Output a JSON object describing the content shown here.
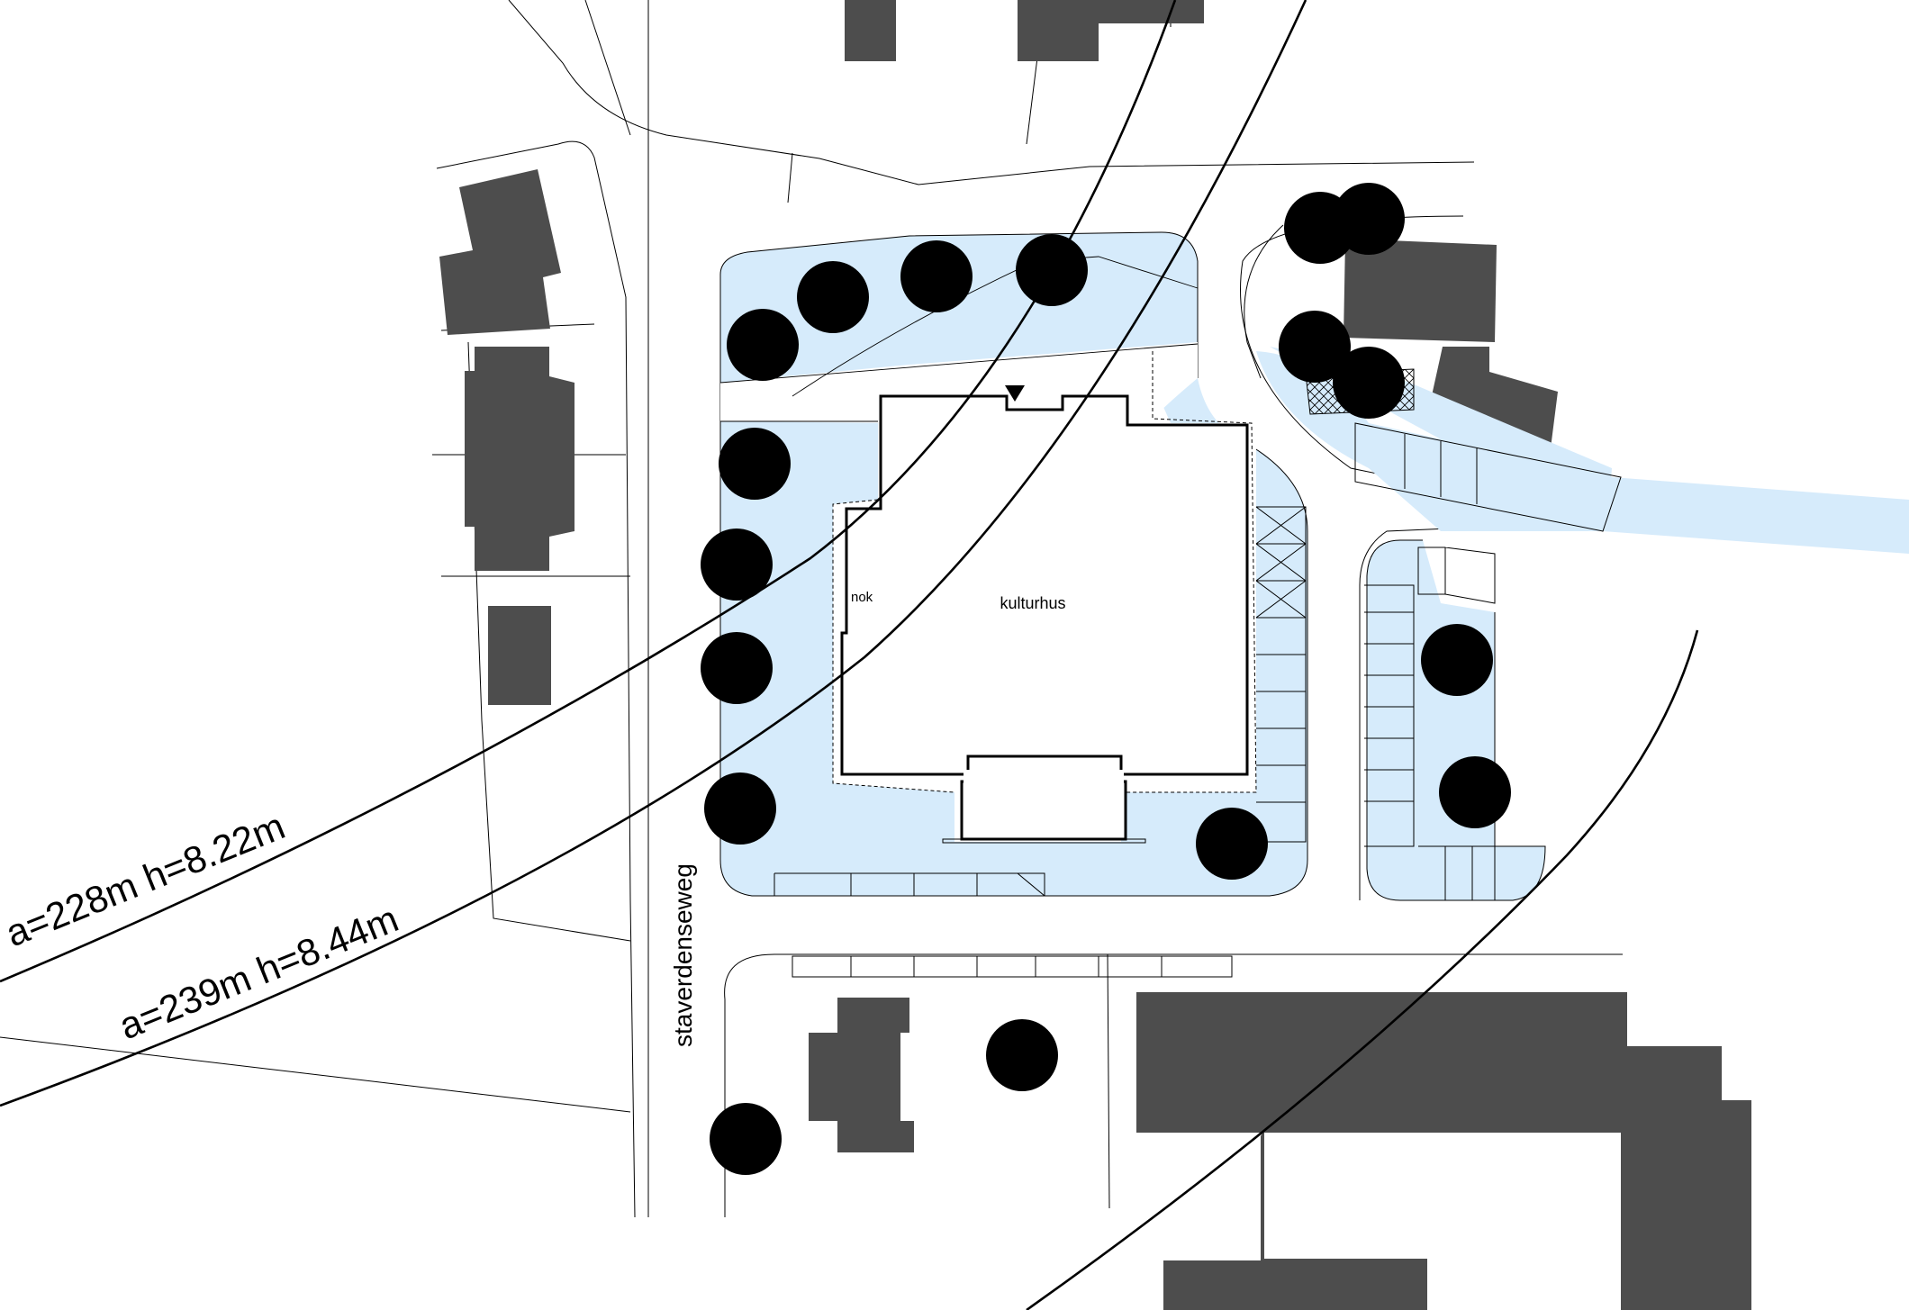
{
  "map": {
    "labels": {
      "building": "kulturhus",
      "ridge": "nok",
      "street": "staverdenseweg",
      "distance_1": "a=228m h=8.22m",
      "distance_2": "a=239m h=8.44m"
    },
    "colors": {
      "plot_fill": "#d6ebfb",
      "neighbour_buildings": "#4d4d4d",
      "lines": "#000000",
      "background": "#ffffff"
    },
    "icons": {
      "entrance": "entrance-triangle-icon",
      "tree": "tree-symbol-icon"
    }
  }
}
